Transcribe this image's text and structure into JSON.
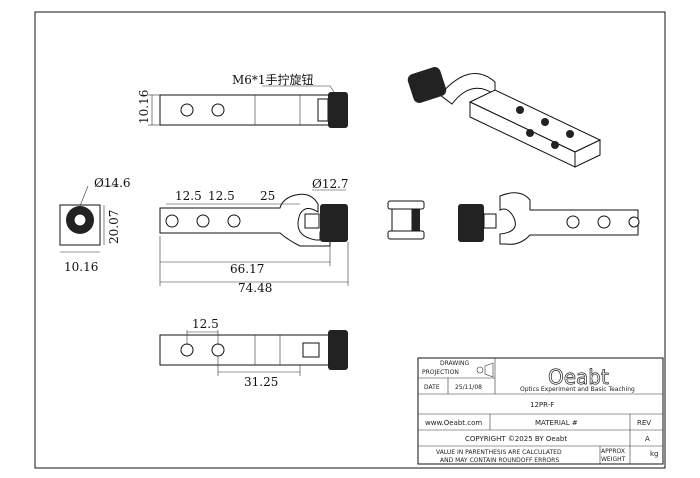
{
  "annotations": {
    "knob_note": "M6*1手拧旋钮",
    "dim_height_top": "10.16",
    "dim_dia_knob": "Ø14.6",
    "dim_height_side": "20.07",
    "dim_width_side": "10.16",
    "dim_pitch1": "12.5",
    "dim_pitch2": "12.5",
    "dim_25": "25",
    "dim_dia_clamp": "Ø12.7",
    "dim_66": "66.17",
    "dim_74": "74.48",
    "dim_pitch_bottom": "12.5",
    "dim_31": "31.25"
  },
  "title_block": {
    "drawing_label": "DRAWING",
    "projection_label": "PROJECTION",
    "date_label": "DATE",
    "date_value": "25/11/08",
    "logo_text": "Oeabt",
    "logo_tagline": "Optics Experiment and Basic Teaching",
    "part_number": "12PR-F",
    "website": "www.Oeabt.com",
    "material_label": "MATERIAL #",
    "rev_label": "REV",
    "rev_value": "A",
    "copyright": "COPYRIGHT ©2025 BY Oeabt",
    "note_line1": "VALUE IN PARENTHESIS ARE CALCULATED",
    "note_line2": "AND MAY CONTAIN ROUNDOFF ERRORS",
    "approx_label": "APPROX",
    "weight_label": "WEIGHT",
    "weight_unit": "kg"
  }
}
